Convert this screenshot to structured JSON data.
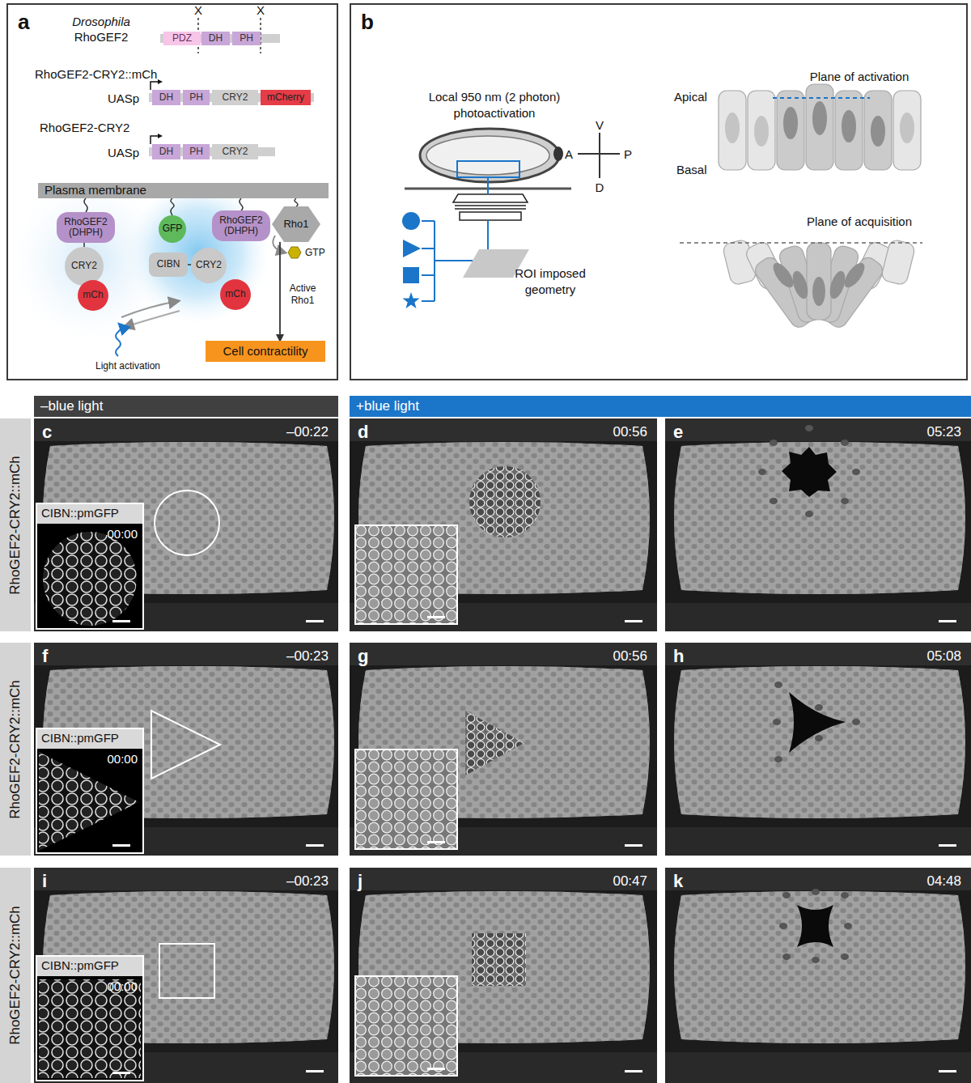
{
  "diagram": {
    "nodes": [
      {
        "text": [
          "a"
        ]
      },
      {
        "text": [
          "PDZ"
        ],
        "in": 0
      },
      {
        "text": [
          "DH"
        ],
        "in": 0
      },
      {
        "text": [
          "PH"
        ],
        "in": 0
      },
      {
        "text": [
          "DH"
        ],
        "in": 0
      },
      {
        "text": [
          "PH"
        ],
        "in": 0
      },
      {
        "text": [
          "CRY2"
        ],
        "in": 0
      },
      {
        "text": [
          "mCherry"
        ],
        "in": 0
      },
      {
        "text": [
          "DH"
        ],
        "in": 0
      },
      {
        "text": [
          "PH"
        ],
        "in": 0
      },
      {
        "text": [
          "CRY2"
        ],
        "in": 0
      },
      {
        "text": [
          "Plasma membrane"
        ],
        "in": 0
      },
      {
        "text": [
          "RhoGEF2 (DHPH)"
        ],
        "in": 0
      },
      {
        "text": [
          "CRY2"
        ],
        "in": 0
      },
      {
        "text": [
          "mCh"
        ],
        "in": 0
      },
      {
        "text": [
          "GFP"
        ],
        "in": 0
      },
      {
        "text": [
          "CIBN"
        ],
        "in": 0
      },
      {
        "text": [
          "RhoGEF2 (DHPH)"
        ],
        "in": 0
      },
      {
        "text": [
          "CRY2"
        ],
        "in": 0
      },
      {
        "text": [
          "mCh"
        ],
        "in": 0
      },
      {
        "text": [
          "Rho1"
        ],
        "in": 0
      },
      {
        "text": [
          "Cell contractility"
        ],
        "in": 0
      },
      {
        "text": [
          "b"
        ]
      },
      {
        "text": [
          "–blue light"
        ]
      },
      {
        "text": [
          "+blue light"
        ]
      },
      {
        "text": [
          "RhoGEF2-CRY2::mCh"
        ]
      },
      {
        "text": [
          "c",
          "–00:22"
        ]
      },
      {
        "text": [
          "CIBN::pmGFP",
          "00:00"
        ],
        "in": 26
      },
      {
        "text": [
          "d",
          "00:56"
        ]
      },
      {
        "text": [
          "e",
          "05:23"
        ]
      },
      {
        "text": [
          "RhoGEF2-CRY2::mCh"
        ]
      },
      {
        "text": [
          "f",
          "–00:23"
        ]
      },
      {
        "text": [
          "CIBN::pmGFP",
          "00:00"
        ],
        "in": 31
      },
      {
        "text": [
          "g",
          "00:56"
        ]
      },
      {
        "text": [
          "h",
          "05:08"
        ]
      },
      {
        "text": [
          "RhoGEF2-CRY2::mCh"
        ]
      },
      {
        "text": [
          "i",
          "–00:23"
        ]
      },
      {
        "text": [
          "CIBN::pmGFP",
          "00:00"
        ],
        "in": 36
      },
      {
        "text": [
          "j",
          "00:47"
        ]
      },
      {
        "text": [
          "k",
          "04:48"
        ]
      }
    ],
    "edges": [
      {
        "from": 20,
        "to": 21,
        "arrow": "to",
        "label": "Active Rho1"
      }
    ],
    "labels": [
      "Drosophila",
      "RhoGEF2",
      "X",
      "X",
      "RhoGEF2-CRY2::mCh",
      "UASp",
      "RhoGEF2-CRY2",
      "UASp",
      "GTP",
      "Light activation",
      "Local 950 nm (2 photon) photoactivation",
      "V",
      "A",
      "P",
      "D",
      "ROI imposed geometry",
      "Plane of activation",
      "Apical",
      "Basal",
      "Plane of acquisition"
    ]
  }
}
